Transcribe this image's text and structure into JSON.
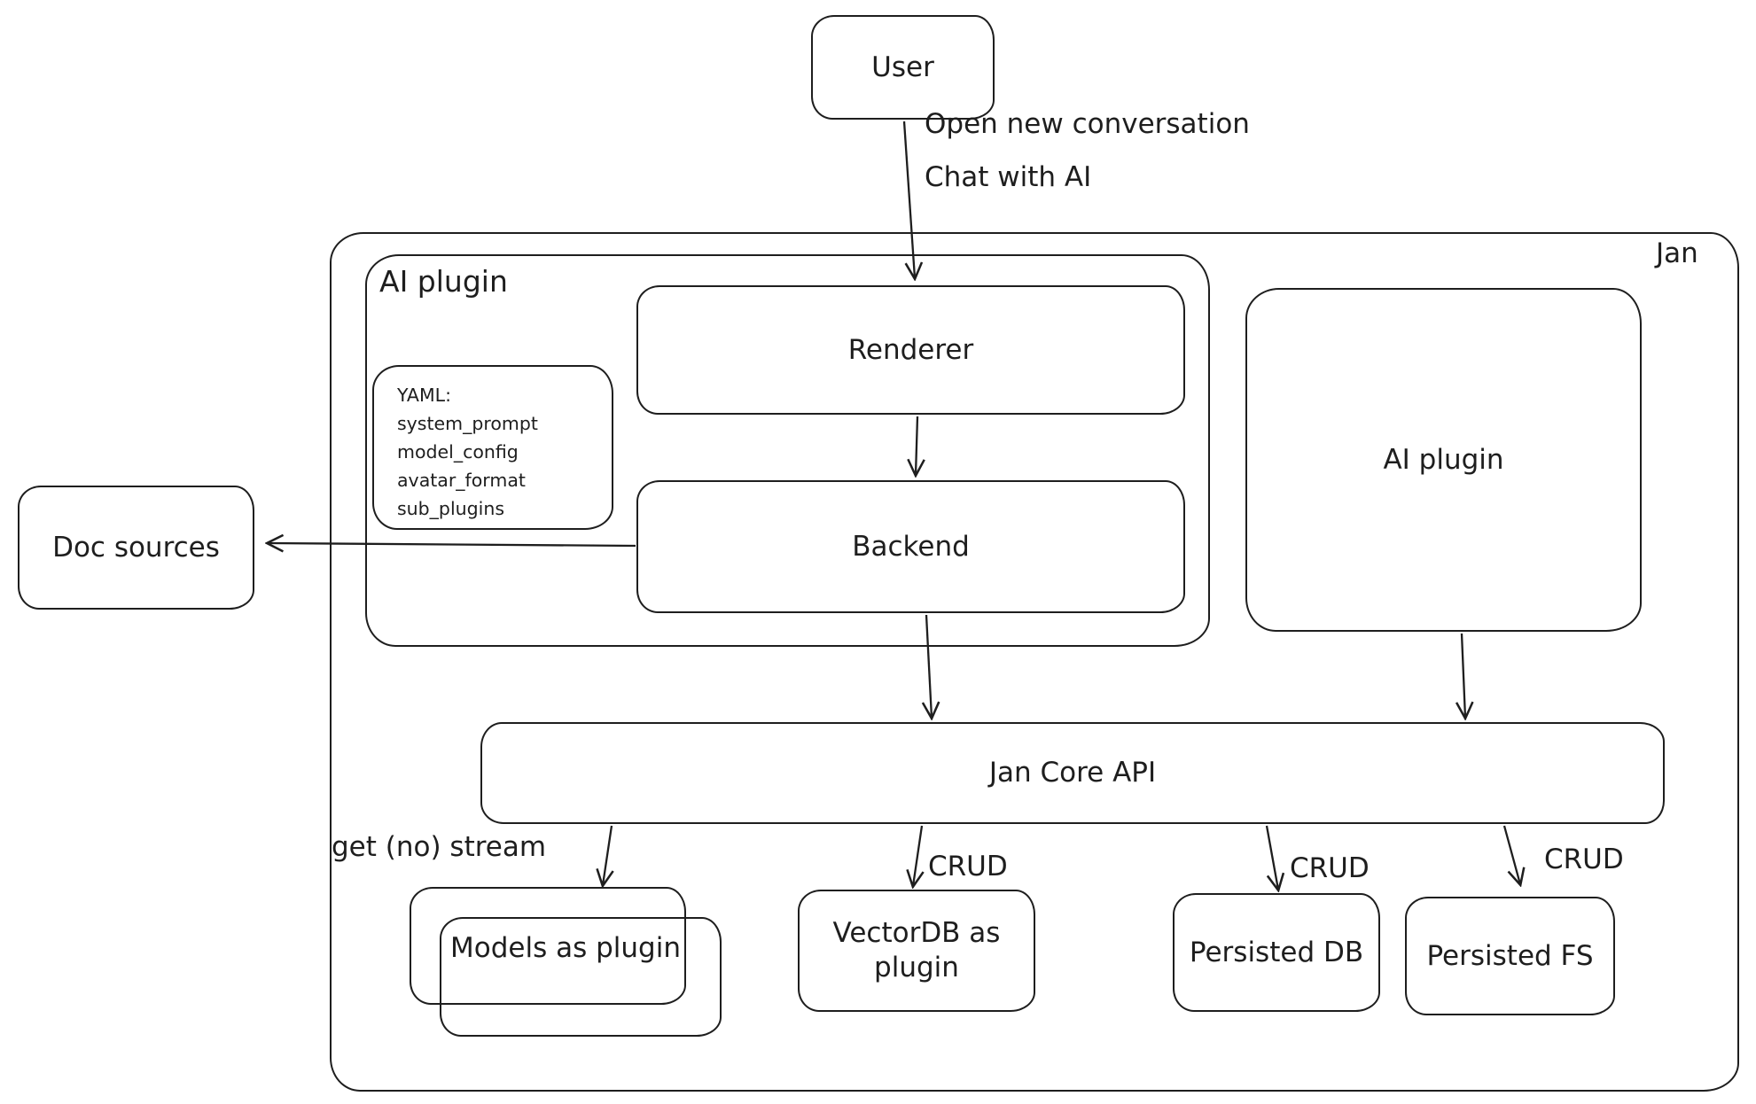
{
  "diagram": {
    "stroke_color": "#1e1e1e",
    "background_color": "#ffffff",
    "nodes": {
      "user": {
        "label": "User"
      },
      "jan_container": {
        "label": "Jan"
      },
      "ai_plugin_container": {
        "label": "AI plugin"
      },
      "renderer": {
        "label": "Renderer"
      },
      "backend": {
        "label": "Backend"
      },
      "yaml_note": {
        "lines": [
          "YAML:",
          "system_prompt",
          "model_config",
          "avatar_format",
          "sub_plugins"
        ]
      },
      "doc_sources": {
        "label": "Doc sources"
      },
      "ai_plugin_right": {
        "label": "AI plugin"
      },
      "jan_core_api": {
        "label": "Jan Core API"
      },
      "models_as_plugin": {
        "label": "Models as plugin"
      },
      "vectordb_as_plugin": {
        "label": "VectorDB as plugin"
      },
      "persisted_db": {
        "label": "Persisted DB"
      },
      "persisted_fs": {
        "label": "Persisted FS"
      }
    },
    "edges": {
      "user_to_renderer": {
        "labels": [
          "Open new conversation",
          "Chat with AI"
        ]
      },
      "core_to_models": {
        "label": "get (no) stream"
      },
      "core_to_vectordb": {
        "label": "CRUD"
      },
      "core_to_persisted_db": {
        "label": "CRUD"
      },
      "core_to_persisted_fs": {
        "label": "CRUD"
      }
    }
  }
}
